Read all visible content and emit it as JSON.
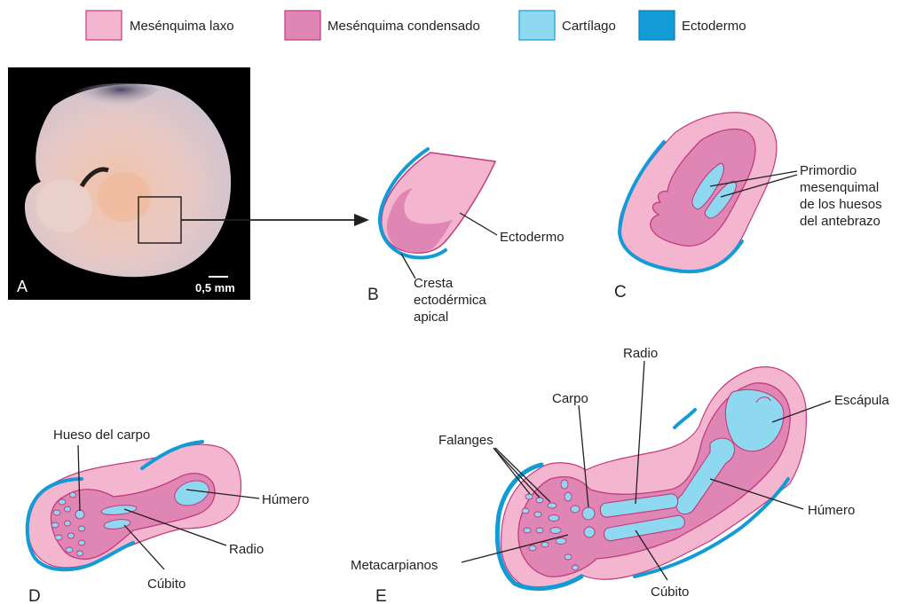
{
  "legend": {
    "loose": "Mesénquima laxo",
    "condensed": "Mesénquima condensado",
    "cartilage": "Cartílago",
    "ectoderm": "Ectodermo"
  },
  "colors": {
    "loose_mesenchyme": "#f4b6cf",
    "condensed_mesenchyme": "#e086b4",
    "cartilage": "#8ed8f0",
    "ectoderm": "#139bd6",
    "outline": "#c23a7e"
  },
  "panels": {
    "a": {
      "letter": "A",
      "scale": "0,5 mm"
    },
    "b": {
      "letter": "B",
      "ectoderm": "Ectodermo",
      "aer_lines": [
        "Cresta",
        "ectodérmica",
        "apical"
      ]
    },
    "c": {
      "letter": "C",
      "primordium_lines": [
        "Primordio",
        "mesenquimal",
        "de los huesos",
        "del antebrazo"
      ]
    },
    "d": {
      "letter": "D",
      "carpal": "Hueso del carpo",
      "humerus": "Húmero",
      "radius": "Radio",
      "ulna": "Cúbito"
    },
    "e": {
      "letter": "E",
      "radius": "Radio",
      "carpus": "Carpo",
      "scapula": "Escápula",
      "phalanges": "Falanges",
      "humerus": "Húmero",
      "metacarpals": "Metacarpianos",
      "ulna": "Cúbito"
    }
  }
}
